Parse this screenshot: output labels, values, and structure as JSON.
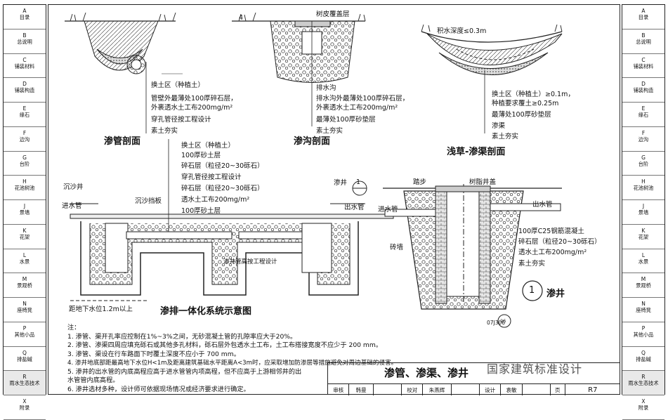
{
  "left_tabs": [
    {
      "code": "A",
      "label": "目录"
    },
    {
      "code": "B",
      "label": "总说明"
    },
    {
      "code": "C",
      "label": "铺装材料"
    },
    {
      "code": "D",
      "label": "铺装构造"
    },
    {
      "code": "E",
      "label": "缘石"
    },
    {
      "code": "F",
      "label": "边沟"
    },
    {
      "code": "G",
      "label": "台阶"
    },
    {
      "code": "H",
      "label": "花池树池"
    },
    {
      "code": "J",
      "label": "景墙"
    },
    {
      "code": "K",
      "label": "花架"
    },
    {
      "code": "L",
      "label": "水景"
    },
    {
      "code": "M",
      "label": "景观桥"
    },
    {
      "code": "N",
      "label": "座椅凳"
    },
    {
      "code": "P",
      "label": "其他小品"
    },
    {
      "code": "Q",
      "label": "排盐碱"
    },
    {
      "code": "R",
      "label": "雨水生态技术"
    },
    {
      "code": "X",
      "label": "附录"
    }
  ],
  "right_tabs": [
    {
      "code": "A",
      "label": "目录"
    },
    {
      "code": "B",
      "label": "总说明"
    },
    {
      "code": "C",
      "label": "铺装材料"
    },
    {
      "code": "D",
      "label": "铺装构造"
    },
    {
      "code": "E",
      "label": "缘石"
    },
    {
      "code": "F",
      "label": "边沟"
    },
    {
      "code": "G",
      "label": "台阶"
    },
    {
      "code": "H",
      "label": "花池树池"
    },
    {
      "code": "J",
      "label": "景墙"
    },
    {
      "code": "K",
      "label": "花架"
    },
    {
      "code": "L",
      "label": "水景"
    },
    {
      "code": "M",
      "label": "景观桥"
    },
    {
      "code": "N",
      "label": "座椅凳"
    },
    {
      "code": "P",
      "label": "其他小品"
    },
    {
      "code": "Q",
      "label": "排盐碱"
    },
    {
      "code": "R",
      "label": "雨水生态技术"
    },
    {
      "code": "X",
      "label": "附录"
    }
  ],
  "active_tab": "R",
  "pipe_section": {
    "caption": "渗管剖面",
    "labels": [
      "换土区（种植土）",
      "管壁外最薄处100厚碎石层，",
      "外裹透水土工布200mg/m²",
      "穿孔管径按工程设计",
      "素土夯实"
    ]
  },
  "ditch_section": {
    "caption": "渗沟剖面",
    "marker": "4",
    "labels": [
      "树皮覆盖层",
      "排水沟",
      "排水沟外最薄处100厚碎石层，",
      "外裹透水土工布200mg/m²",
      "最薄处100厚砂垫层",
      "素土夯实"
    ]
  },
  "swale_section": {
    "caption": "浅草-渗渠剖面",
    "water_depth": "积水深度≤0.3m",
    "labels": [
      "换土区（种植土）≥0.1m，",
      "种植要求覆土≥0.25m",
      "最薄处100厚砂垫层",
      "渗渠",
      "素土夯实"
    ]
  },
  "system": {
    "caption": "渗排一体化系统示意图",
    "stack_labels": [
      "换土区（种植土）",
      "100厚砂土层",
      "碎石层（粒径20~30砾石）",
      "穿孔管径按工程设计",
      "碎石层（粒径20~30砾石）",
      "透水土工布200mg/m²",
      "100厚砂土层"
    ],
    "settling_well": "沉沙井",
    "inlet": "进水管",
    "settling_baffle": "沉沙挡板",
    "well": "渗井",
    "outlet": "出水管",
    "elevation_note": "渗井管高按工程设计",
    "groundwater": "距地下水位1.2m以上",
    "marker": "1"
  },
  "seep_well": {
    "caption": "渗井",
    "marker": "1",
    "top_labels": [
      "踏步",
      "树脂井盖"
    ],
    "inlet": "进水管",
    "outlet": "出水管",
    "wall": "砖墙",
    "labels": [
      "100厚C25钢筋混凝土",
      "碎石层（粒径20~30砾石）",
      "透水土工布200mg/m²",
      "素土夯实"
    ],
    "ref_code": "07J306",
    "ref_page": "26"
  },
  "notes": [
    "注：",
    "1. 渗管、渠开孔率应控制在1%~3%之间，无砂混凝土管的孔隙率应大于20%。",
    "2. 渗管、渗渠四周应填充砾石或其他多孔材料，砾石层外包透水土工布，土工布搭接宽度不应少于 200 mm。",
    "3. 渗管、渠设在行车路面下时覆土深度不应小于 700 mm。",
    "4. 渗井地底部距最高地下水位H<1m及距离建筑基础水平距离A<3m时，应采取增加防渗层等措施避免对周边基础的侵害。",
    "5. 渗井的出水管的内底高程应高于进水管管内项高程，但不应高于上游相邻井的出",
    "   水管管内底高程。",
    "6. 渗井选材多种，设计师可依据现场情况或经济要求进行确定。"
  ],
  "title_block": {
    "title": "渗管、渗渠、渗井",
    "row": [
      "审核",
      "韩曼",
      "",
      "校对",
      "朱燕辉",
      "",
      "设计",
      "袁敏",
      "",
      "页"
    ],
    "page": "R7"
  },
  "watermark": "国家建筑标准设计"
}
